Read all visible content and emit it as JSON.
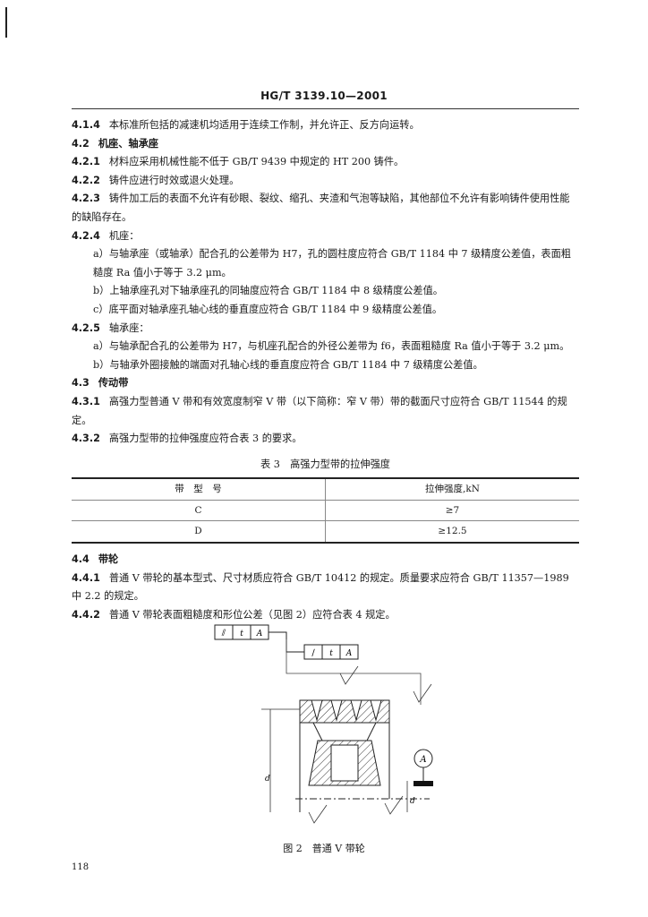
{
  "header": {
    "standard_code": "HG/T 3139.10—2001"
  },
  "paragraphs": [
    {
      "num": "4.1.4",
      "text": "本标准所包括的减速机均适用于连续工作制，并允许正、反方向运转。"
    },
    {
      "num": "4.2",
      "text": "机座、轴承座"
    },
    {
      "num": "4.2.1",
      "text": "材料应采用机械性能不低于 GB/T 9439 中规定的 HT 200 铸件。"
    },
    {
      "num": "4.2.2",
      "text": "铸件应进行时效或退火处理。"
    },
    {
      "num": "4.2.3",
      "text": "铸件加工后的表面不允许有砂眼、裂纹、缩孔、夹渣和气泡等缺陷，其他部位不允许有影响铸件使用性能的缺陷存在。"
    },
    {
      "num": "4.2.4",
      "text": "机座："
    },
    {
      "text": "a）与轴承座（或轴承）配合孔的公差带为 H7，孔的圆柱度应符合 GB/T 1184 中 7 级精度公差值，表面粗糙度 Ra 值小于等于 3.2 μm。"
    },
    {
      "text": "b）上轴承座孔对下轴承座孔的同轴度应符合 GB/T 1184 中 8 级精度公差值。"
    },
    {
      "text": "c）底平面对轴承座孔轴心线的垂直度应符合 GB/T 1184 中 9 级精度公差值。"
    },
    {
      "num": "4.2.5",
      "text": "轴承座："
    },
    {
      "text": "a）与轴承配合孔的公差带为 H7，与机座孔配合的外径公差带为 f6，表面粗糙度 Ra 值小于等于 3.2 μm。"
    },
    {
      "text": "b）与轴承外圈接触的端面对孔轴心线的垂直度应符合 GB/T 1184 中 7 级精度公差值。"
    },
    {
      "num": "4.3",
      "text": "传动带"
    },
    {
      "num": "4.3.1",
      "text": "高强力型普通 V 带和有效宽度制窄 V 带（以下简称：窄 V 带）带的截面尺寸应符合 GB/T 11544 的规定。"
    },
    {
      "num": "4.3.2",
      "text": "高强力型带的拉伸强度应符合表 3 的要求。"
    }
  ],
  "table3": {
    "title": "表 3　高强力型带的拉伸强度",
    "headers": [
      "带　型　号",
      "拉伸强度,kN"
    ],
    "rows": [
      [
        "C",
        "≥7"
      ],
      [
        "D",
        "≥12.5"
      ]
    ]
  },
  "paragraphs2": [
    {
      "num": "4.4",
      "text": "带轮"
    },
    {
      "num": "4.4.1",
      "text": "普通 V 带轮的基本型式、尺寸材质应符合 GB/T 10412 的规定。质量要求应符合 GB/T 11357—1989 中 2.2 的规定。"
    },
    {
      "num": "4.4.2",
      "text": "普通 V 带轮表面粗糙度和形位公差（见图 2）应符合表 4 规定。"
    }
  ],
  "figure": {
    "caption": "图 2　普通 V 带轮",
    "frame1": [
      "⫽",
      "t",
      "A"
    ],
    "frame2": [
      "∕",
      "t",
      "A"
    ],
    "datum": "A",
    "dim_labels": [
      "d",
      "d"
    ]
  },
  "page_number": "118"
}
